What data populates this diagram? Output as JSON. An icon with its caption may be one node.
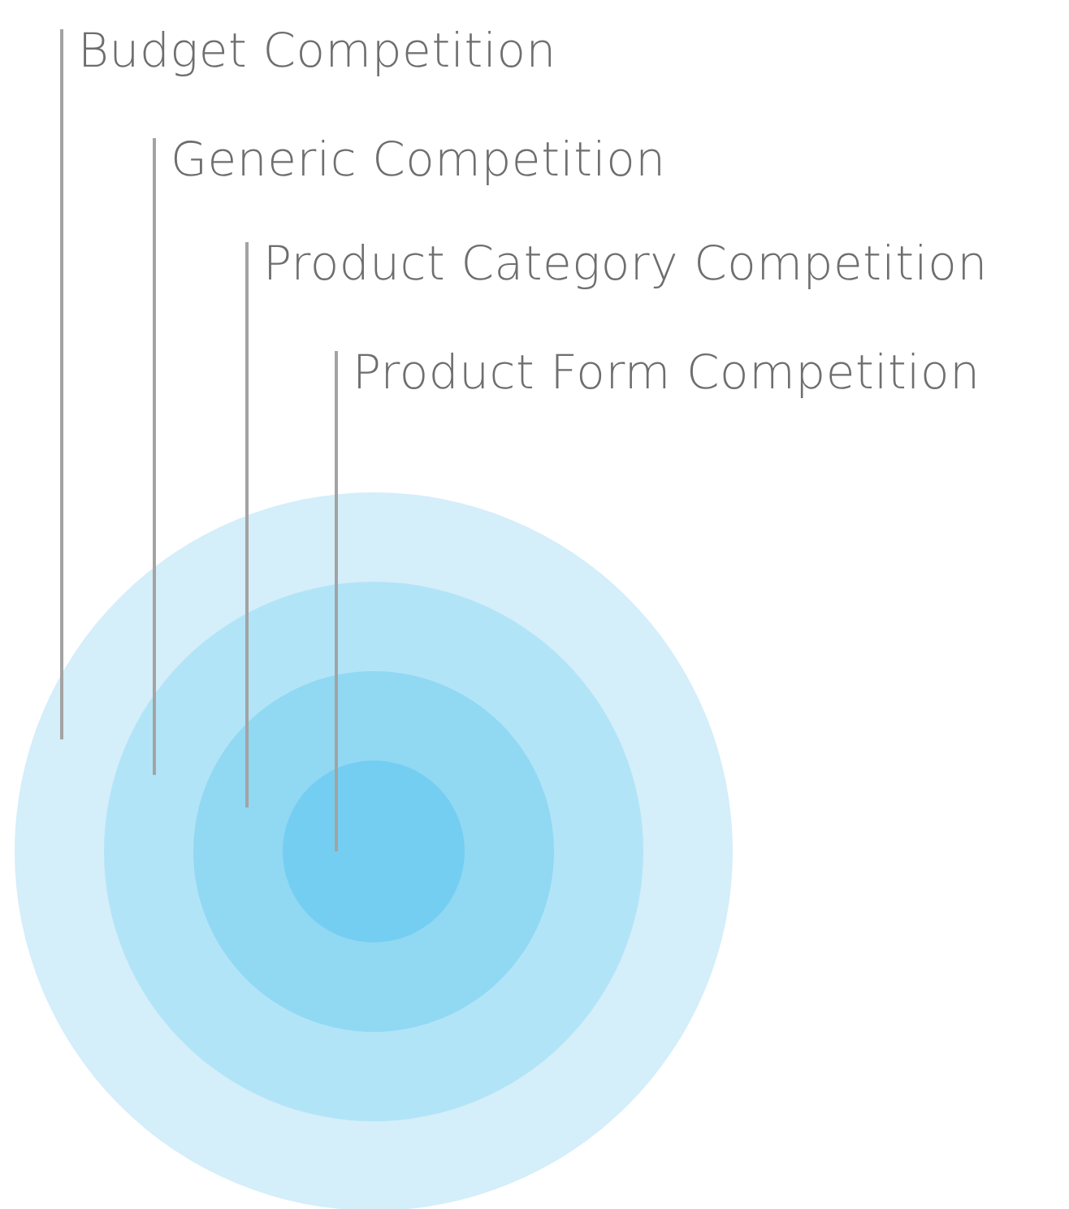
{
  "diagram": {
    "nodes": [
      {
        "text": [
          "Budget Competition"
        ]
      },
      {
        "text": [
          "Generic Competition"
        ]
      },
      {
        "text": [
          "Product Category Competition"
        ]
      },
      {
        "text": [
          "Product Form Competition"
        ]
      },
      {
        "text": [],
        "shape": "circle"
      },
      {
        "text": [],
        "shape": "circle",
        "in": 4
      },
      {
        "text": [],
        "shape": "circle",
        "in": 5
      },
      {
        "text": [],
        "shape": "circle",
        "in": 6
      }
    ],
    "edges": [
      {
        "from": 0,
        "to": 4,
        "arrow": "none"
      },
      {
        "from": 1,
        "to": 5,
        "arrow": "none"
      },
      {
        "from": 2,
        "to": 6,
        "arrow": "none"
      },
      {
        "from": 3,
        "to": 7,
        "arrow": "none"
      }
    ]
  }
}
